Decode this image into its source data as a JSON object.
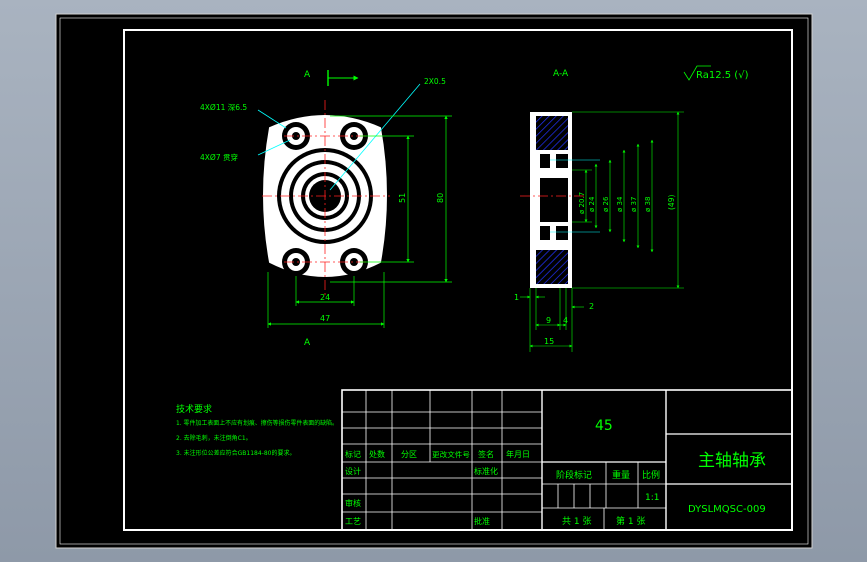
{
  "colors": {
    "background": "#000000",
    "frame": "#ffffff",
    "part": "#ffffff",
    "dimension": "#00ff00",
    "leader": "#00ffff",
    "centerline": "#ff2020",
    "section_hatch": "#0000cc",
    "title_text": "#00ff00"
  },
  "drawing": {
    "section_mark_top": "A",
    "section_mark_bottom": "A",
    "section_title": "A-A",
    "roughness": "Ra12.5 (√)",
    "front_view": {
      "callout_hole_large": "4XØ11 深6.5",
      "callout_hole_small": "4XØ7 贯穿",
      "callout_chamfer": "2X0.5",
      "dims": {
        "d24": "24",
        "d47": "47",
        "d51": "51",
        "d80": "80"
      }
    },
    "section_view": {
      "dims": {
        "d1": "1",
        "d2": "2",
        "d9": "9",
        "d4": "4",
        "d15": "15",
        "dia20": "ø 20.7",
        "dia24": "ø 24",
        "dia26": "ø 26",
        "dia34": "ø 34",
        "dia37": "ø 37",
        "dia38": "ø 38",
        "d49": "(49)"
      }
    }
  },
  "notes": {
    "heading": "技术要求",
    "lines": [
      "1. 零件加工表面上不应有划痕、擦伤等损伤零件表面的缺陷。",
      "2. 去除毛刺，未注倒角C1。",
      "3. 未注形位公差应符合GB1184-80的要求。"
    ]
  },
  "title_block": {
    "material": "45",
    "part_name": "主轴轴承",
    "drawing_no": "DYSLMQSC-009",
    "rev_headers": [
      "标记",
      "处数",
      "分区",
      "更改文件号",
      "签名",
      "年月日"
    ],
    "labels": {
      "design": "设计",
      "standardize": "标准化",
      "review": "审核",
      "process": "工艺",
      "approve": "批准",
      "stage_mark": "阶段标记",
      "weight": "重量",
      "scale": "比例"
    },
    "scale_value": "1:1",
    "sheets_total": "共 1 张",
    "sheet_no": "第 1 张"
  }
}
